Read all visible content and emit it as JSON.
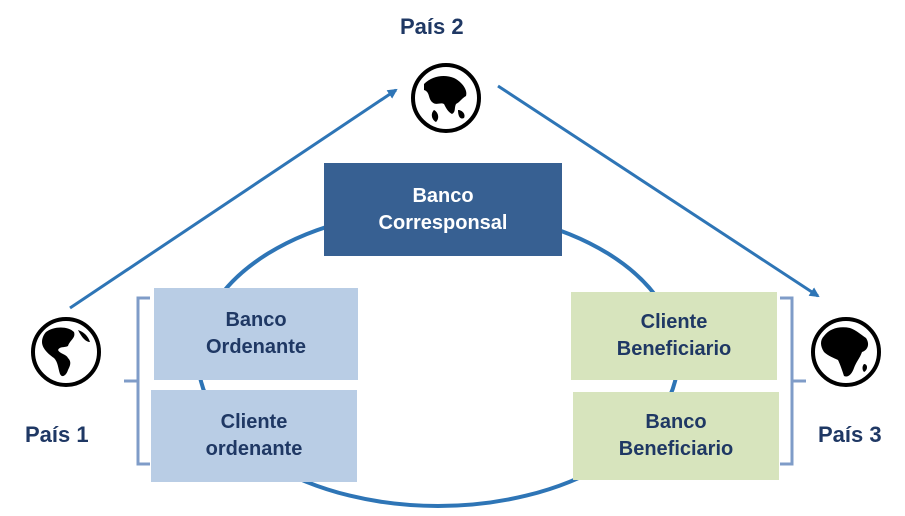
{
  "countries": {
    "country1": {
      "label": "País 1",
      "icon": "globe-americas-icon"
    },
    "country2": {
      "label": "País 2",
      "icon": "globe-asia-icon"
    },
    "country3": {
      "label": "País 3",
      "icon": "globe-africa-icon"
    }
  },
  "boxes": {
    "correspondent_bank": {
      "line1": "Banco",
      "line2": "Corresponsal"
    },
    "ordering_bank": {
      "line1": "Banco",
      "line2": "Ordenante"
    },
    "ordering_client": {
      "line1": "Cliente",
      "line2": "ordenante"
    },
    "beneficiary_client": {
      "line1": "Cliente",
      "line2": "Beneficiario"
    },
    "beneficiary_bank": {
      "line1": "Banco",
      "line2": "Beneficiario"
    }
  },
  "colors": {
    "accent_line": "#2e75b6",
    "dark_box": "#376092",
    "light_blue_box": "#b9cde5",
    "light_green_box": "#d7e4bd",
    "text_dark": "#1f3864",
    "bracket": "#7f9cc8"
  }
}
